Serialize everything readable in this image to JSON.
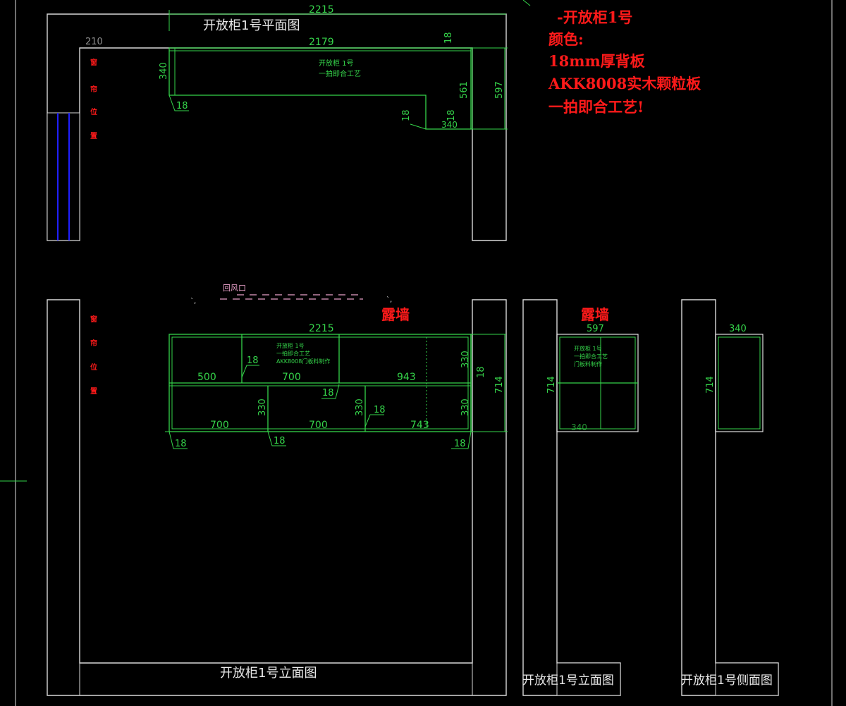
{
  "titles": {
    "plan": "开放柜1号平面图",
    "front": "开放柜1号立面图",
    "front2": "开放柜1号立面图",
    "side": "开放柜1号侧面图"
  },
  "notes": {
    "line1": "-开放柜1号",
    "line2": "颜色:",
    "line3": "18mm厚背板",
    "line4": "AKK8008实木颗粒板",
    "line5": "一拍即合工艺!"
  },
  "labels": {
    "wall_exposed_1": "露墙",
    "wall_exposed_2": "露墙",
    "return_air": "回风口",
    "plan_block1": "开放柜 1号",
    "plan_block2": "一拍即合工艺",
    "front_block1": "开放柜 1号",
    "front_block2": "一拍即合工艺",
    "front_block3": "AKK8008门板料制作",
    "front2_block1": "开放柜 1号",
    "front2_block2": "一拍即合工艺",
    "front2_block3": "门板料制作",
    "red_v_top": "窗",
    "red_v_2": "帘",
    "red_v_3": "位",
    "red_v_4": "置"
  },
  "dims": {
    "plan_overall": "2215",
    "plan_inner": "2179",
    "plan_left": "210",
    "plan_depth": "340",
    "plan_18a": "18",
    "plan_18b": "18",
    "plan_18c": "18",
    "plan_18d": "18",
    "plan_561": "561",
    "plan_597": "597",
    "plan_340b": "340",
    "front_overall": "2215",
    "front_500": "500",
    "front_700a": "700",
    "front_943": "943",
    "front_330a": "330",
    "front_18a": "18",
    "front_18b": "18",
    "front_18c": "18",
    "front_330b": "330",
    "front_330c": "330",
    "front_330d": "330",
    "front_700b": "700",
    "front_700c": "700",
    "front_743": "743",
    "front_18d": "18",
    "front_18e": "18",
    "front_18f": "18",
    "front_714": "714",
    "front2_597": "597",
    "front2_714": "714",
    "front2_340": "340",
    "side_340": "340",
    "side_714": "714"
  }
}
